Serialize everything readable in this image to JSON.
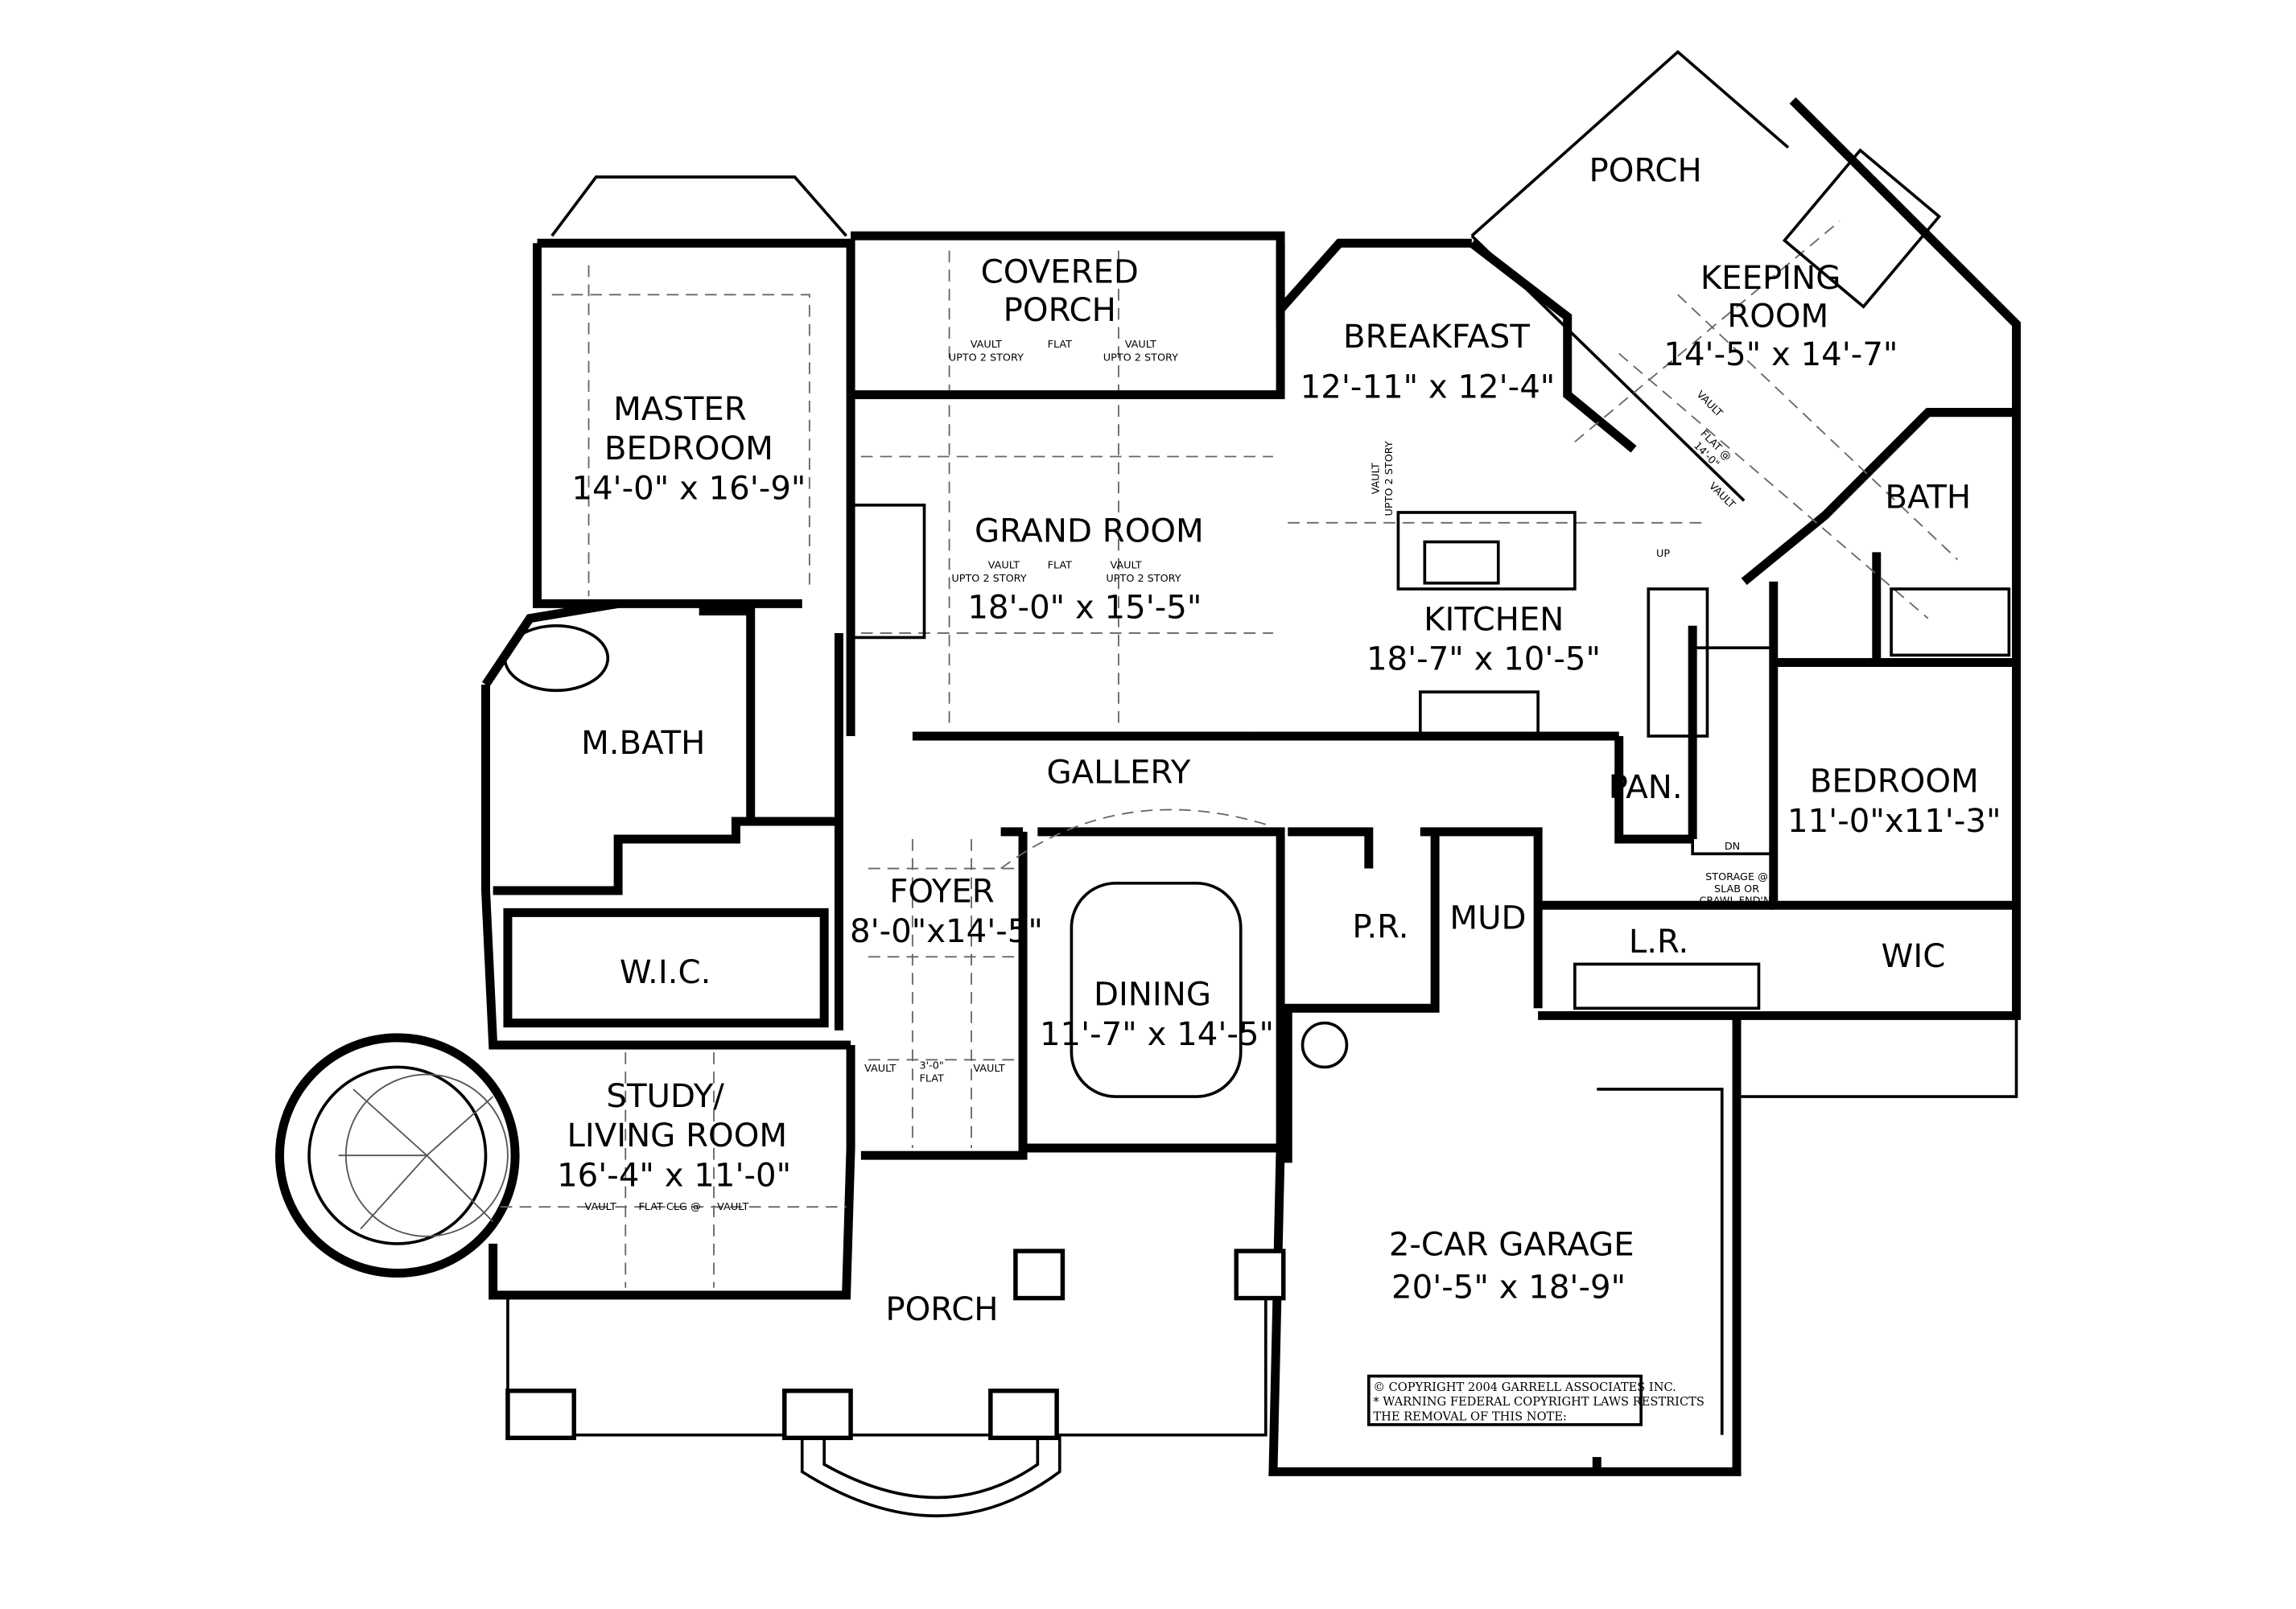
{
  "rooms": {
    "covered_porch": {
      "name_1": "COVERED",
      "name_2": "PORCH",
      "ceiling": [
        "VAULT",
        "UPTO 2 STORY",
        "FLAT",
        "VAULT",
        "UPTO 2 STORY"
      ]
    },
    "master_bedroom": {
      "name_1": "MASTER",
      "name_2": "BEDROOM",
      "size": "14'-0\" x 16'-9\""
    },
    "grand_room": {
      "name": "GRAND ROOM",
      "size": "18'-0\" x 15'-5\"",
      "ceiling": [
        "VAULT",
        "UPTO 2 STORY",
        "FLAT",
        "VAULT",
        "UPTO 2 STORY"
      ]
    },
    "breakfast": {
      "name": "BREAKFAST",
      "size": "12'-11\" x 12'-4\""
    },
    "porch_rear": {
      "name": "PORCH"
    },
    "keeping_room": {
      "name_1": "KEEPING",
      "name_2": "ROOM",
      "size": "14'-5\" x 14'-7\"",
      "ceiling": [
        "VAULT",
        "FLAT @",
        "14'-0\"",
        "VAULT"
      ]
    },
    "kitchen": {
      "name": "KITCHEN",
      "size": "18'-7\" x 10'-5\"",
      "ceiling": [
        "VAULT",
        "UPTO 2 STORY"
      ],
      "stair_up": "UP"
    },
    "bath": {
      "name": "BATH"
    },
    "m_bath": {
      "name": "M.BATH"
    },
    "gallery": {
      "name": "GALLERY"
    },
    "pantry": {
      "name": "PAN."
    },
    "bedroom": {
      "name": "BEDROOM",
      "size": "11'-0\"x11'-3\""
    },
    "storage": {
      "stair_down": "DN",
      "note_1": "STORAGE @",
      "note_2": "SLAB OR",
      "note_3": "CRAWL FND'N."
    },
    "foyer": {
      "name": "FOYER",
      "size": "8'-0\"x14'-5\"",
      "ceiling": [
        "VAULT",
        "3'-0\"",
        "FLAT",
        "VAULT"
      ]
    },
    "powder_room": {
      "name": "P.R."
    },
    "mud": {
      "name": "MUD"
    },
    "laundry": {
      "name": "L.R."
    },
    "wic_right": {
      "name": "WIC"
    },
    "wic_master": {
      "name": "W.I.C."
    },
    "dining": {
      "name": "DINING",
      "size": "11'-7\" x 14'-5\""
    },
    "study": {
      "name_1": "STUDY/",
      "name_2": "LIVING ROOM",
      "size": "16'-4\" x 11'-0\"",
      "ceiling": [
        "VAULT",
        "FLAT CLG @",
        "VAULT"
      ]
    },
    "porch_front": {
      "name": "PORCH"
    },
    "garage": {
      "name": "2-CAR GARAGE",
      "size": "20'-5\" x 18'-9\""
    }
  },
  "copyright": {
    "line_1": "© COPYRIGHT 2004 GARRELL ASSOCIATES INC.",
    "line_2": "* WARNING FEDERAL COPYRIGHT LAWS RESTRICTS",
    "line_3": "THE REMOVAL OF THIS NOTE:"
  }
}
